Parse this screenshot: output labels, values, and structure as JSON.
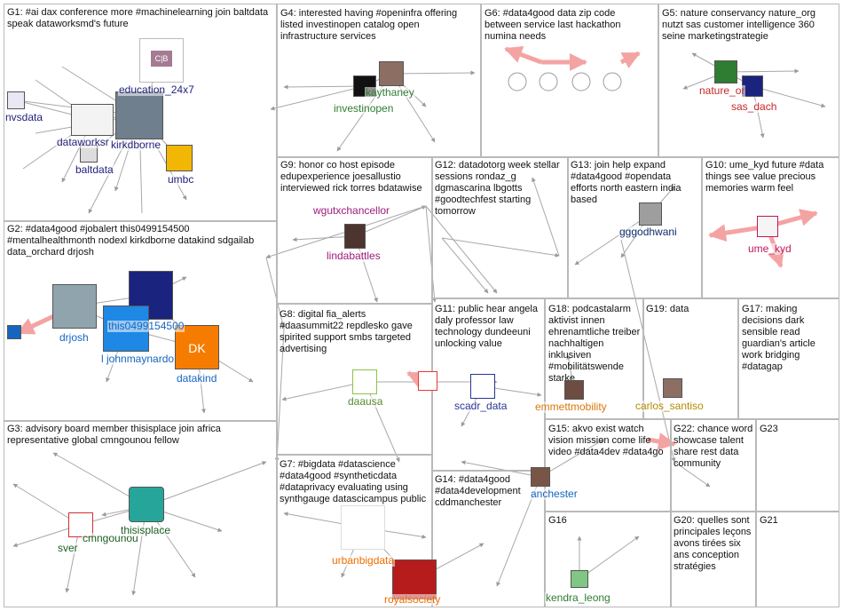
{
  "colors": {
    "g1": "#1f1f7a",
    "g2": "#1565c0",
    "g3": "#1b5e20",
    "g4": "#2e7d32",
    "g5": "#c62828",
    "g6": "#444444",
    "g7": "#ef6c00",
    "g8": "#558b2f",
    "g9": "#9c1c7a",
    "g10": "#c2185b",
    "g11": "#283593",
    "g12": "#333333",
    "g13": "#0d2d6b",
    "g14": "#1565c0",
    "g15": "#1565c0",
    "g16": "#2e7d32",
    "g17": "#333333",
    "g18": "#d97706",
    "g19": "#b08d00"
  },
  "groups": [
    {
      "id": "G1",
      "label": "G1: #ai dax conference more #machinelearning join baltdata speak dataworksmd's future"
    },
    {
      "id": "G2",
      "label": "G2: #data4good #jobalert this0499154500 #mentalhealthmonth nodexl kirkdborne datakind sdgailab data_orchard drjosh"
    },
    {
      "id": "G3",
      "label": "G3: advisory board member thisisplace join africa representative global cmngounou fellow"
    },
    {
      "id": "G4",
      "label": "G4: interested having #openinfra offering listed investinopen catalog open infrastructure services"
    },
    {
      "id": "G5",
      "label": "G5: nature conservancy nature_org nutzt sas customer intelligence 360 seine marketingstrategie"
    },
    {
      "id": "G6",
      "label": "G6: #data4good data zip code between service last hackathon numina needs"
    },
    {
      "id": "G7",
      "label": "G7: #bigdata #datascience #data4good #syntheticdata #dataprivacy evaluating using synthgauge datascicampus public"
    },
    {
      "id": "G8",
      "label": "G8: digital fia_alerts #daasummit22 repdlesko gave spirited support smbs targeted advertising"
    },
    {
      "id": "G9",
      "label": "G9: honor co host episode edupexperience joesallustio interviewed rick torres bdatawise"
    },
    {
      "id": "G10",
      "label": "G10: ume_kyd future #data things see value precious memories warm feel"
    },
    {
      "id": "G11",
      "label": "G11: public hear angela daly professor law technology dundeeuni unlocking value"
    },
    {
      "id": "G12",
      "label": "G12: datadotorg week stellar sessions rondaz_g dgmascarina lbgotts #goodtechfest starting tomorrow"
    },
    {
      "id": "G13",
      "label": "G13: join help expand #data4good #opendata efforts north eastern india based"
    },
    {
      "id": "G14",
      "label": "G14: #data4good #data4development cddmanchester"
    },
    {
      "id": "G15",
      "label": "G15: akvo exist watch vision mission come life video #data4dev #data4go"
    },
    {
      "id": "G16",
      "label": "G16"
    },
    {
      "id": "G17",
      "label": "G17: making decisions dark sensible read guardian's article work bridging #datagap"
    },
    {
      "id": "G18",
      "label": "G18: podcastalarm aktivist innen ehrenamtliche treiber nachhaltigen inklusiven #mobilitätswende starke"
    },
    {
      "id": "G19",
      "label": "G19: data"
    },
    {
      "id": "G20",
      "label": "G20: quelles sont principales leçons avons tirées six ans conception stratégies"
    },
    {
      "id": "G21",
      "label": "G21"
    },
    {
      "id": "G22",
      "label": "G22: chance word showcase talent share rest data community"
    },
    {
      "id": "G23",
      "label": "G23"
    }
  ],
  "node_labels": [
    {
      "id": "nvsdata",
      "text": "nvsdata",
      "color_key": "g1"
    },
    {
      "id": "dataworksmd",
      "text": "dataworksr",
      "color_key": "g1"
    },
    {
      "id": "education_24x7",
      "text": "education_24x7",
      "color_key": "g1"
    },
    {
      "id": "kirkdborne",
      "text": "kirkdborne",
      "color_key": "g1"
    },
    {
      "id": "baltdata",
      "text": "baltdata",
      "color_key": "g1"
    },
    {
      "id": "umbc",
      "text": "umbc",
      "color_key": "g1"
    },
    {
      "id": "kaythaney",
      "text": "kaythaney",
      "color_key": "g4"
    },
    {
      "id": "investinopen",
      "text": "investinopen",
      "color_key": "g4"
    },
    {
      "id": "nature_org",
      "text": "nature_or",
      "color_key": "g5"
    },
    {
      "id": "sas_dach",
      "text": "sas_dach",
      "color_key": "g5"
    },
    {
      "id": "wgutxchancellor",
      "text": "wgutxchancellor",
      "color_key": "g9"
    },
    {
      "id": "lindabattles",
      "text": "lindabattles",
      "color_key": "g9"
    },
    {
      "id": "gggodhwani",
      "text": "gggodhwani",
      "color_key": "g13"
    },
    {
      "id": "ume_kyd",
      "text": "ume_kyd",
      "color_key": "g10"
    },
    {
      "id": "drjosh",
      "text": "drjosh",
      "color_key": "g2"
    },
    {
      "id": "this0499154500",
      "text": "this0499154500",
      "color_key": "g2"
    },
    {
      "id": "johnmaynard",
      "text": "l johnmaynardo",
      "color_key": "g2"
    },
    {
      "id": "datakind",
      "text": "datakind",
      "color_key": "g2"
    },
    {
      "id": "daausa",
      "text": "daausa",
      "color_key": "g8"
    },
    {
      "id": "scadr_data",
      "text": "scadr_data",
      "color_key": "g11"
    },
    {
      "id": "emmettmobility",
      "text": "emmettmobility",
      "color_key": "g18"
    },
    {
      "id": "carlos_santiso",
      "text": "carlos_santiso",
      "color_key": "g19"
    },
    {
      "id": "cmngounou",
      "text": "cmngounou",
      "color_key": "g3"
    },
    {
      "id": "sver",
      "text": "sver",
      "color_key": "g3"
    },
    {
      "id": "thisisplace",
      "text": "thisisplace",
      "color_key": "g3"
    },
    {
      "id": "urbanbigdata",
      "text": "urbanbigdata",
      "color_key": "g7"
    },
    {
      "id": "royalsociety",
      "text": "royalsociety",
      "color_key": "g7"
    },
    {
      "id": "anchester",
      "text": "anchester",
      "color_key": "g14"
    },
    {
      "id": "kendra_leong",
      "text": "kendra_leong",
      "color_key": "g16"
    }
  ]
}
